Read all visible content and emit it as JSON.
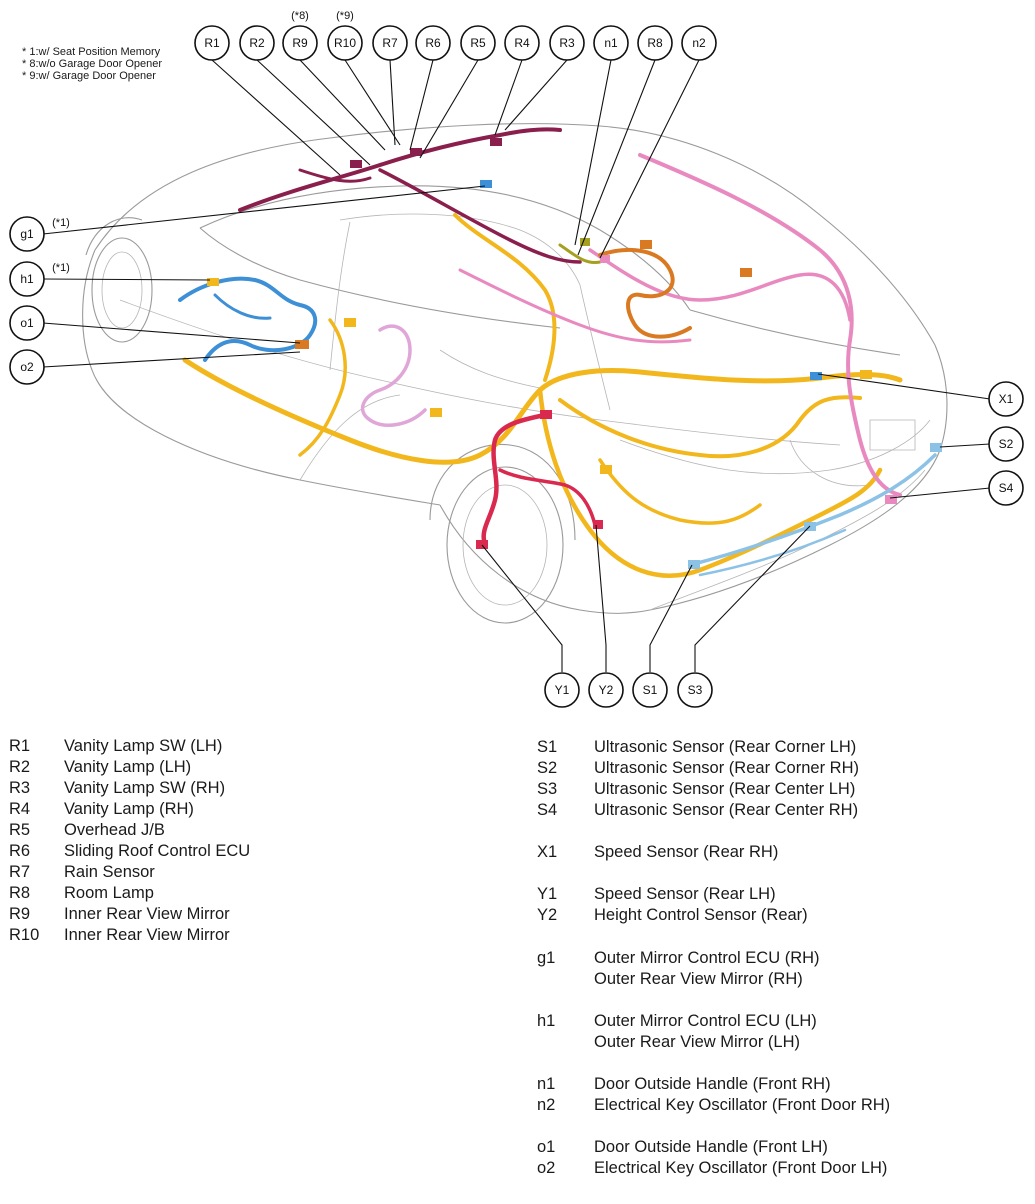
{
  "notes": [
    "* 1:w/ Seat Position Memory",
    "* 8:w/o Garage Door Opener",
    "* 9:w/ Garage Door Opener"
  ],
  "callouts": [
    {
      "id": "R1",
      "label": "R1"
    },
    {
      "id": "R2",
      "label": "R2"
    },
    {
      "id": "R9",
      "label": "R9",
      "qualifier": "(*8)"
    },
    {
      "id": "R10",
      "label": "R10",
      "qualifier": "(*9)"
    },
    {
      "id": "R7",
      "label": "R7"
    },
    {
      "id": "R6",
      "label": "R6"
    },
    {
      "id": "R5",
      "label": "R5"
    },
    {
      "id": "R4",
      "label": "R4"
    },
    {
      "id": "R3",
      "label": "R3"
    },
    {
      "id": "n1",
      "label": "n1"
    },
    {
      "id": "R8",
      "label": "R8"
    },
    {
      "id": "n2",
      "label": "n2"
    },
    {
      "id": "g1",
      "label": "g1",
      "qualifier": "(*1)"
    },
    {
      "id": "h1",
      "label": "h1",
      "qualifier": "(*1)"
    },
    {
      "id": "o1",
      "label": "o1"
    },
    {
      "id": "o2",
      "label": "o2"
    },
    {
      "id": "X1",
      "label": "X1"
    },
    {
      "id": "S2",
      "label": "S2"
    },
    {
      "id": "S4",
      "label": "S4"
    },
    {
      "id": "Y1",
      "label": "Y1"
    },
    {
      "id": "Y2",
      "label": "Y2"
    },
    {
      "id": "S1",
      "label": "S1"
    },
    {
      "id": "S3",
      "label": "S3"
    }
  ],
  "legend_left": [
    {
      "code": "R1",
      "desc": "Vanity Lamp SW (LH)"
    },
    {
      "code": "R2",
      "desc": "Vanity Lamp (LH)"
    },
    {
      "code": "R3",
      "desc": "Vanity Lamp SW (RH)"
    },
    {
      "code": "R4",
      "desc": "Vanity Lamp (RH)"
    },
    {
      "code": "R5",
      "desc": "Overhead J/B"
    },
    {
      "code": "R6",
      "desc": "Sliding Roof Control ECU"
    },
    {
      "code": "R7",
      "desc": "Rain Sensor"
    },
    {
      "code": "R8",
      "desc": "Room Lamp"
    },
    {
      "code": "R9",
      "desc": "Inner Rear View Mirror"
    },
    {
      "code": "R10",
      "desc": "Inner Rear View Mirror"
    }
  ],
  "legend_right": [
    {
      "code": "S1",
      "desc": "Ultrasonic Sensor (Rear Corner LH)"
    },
    {
      "code": "S2",
      "desc": "Ultrasonic Sensor (Rear Corner RH)"
    },
    {
      "code": "S3",
      "desc": "Ultrasonic Sensor (Rear Center LH)"
    },
    {
      "code": "S4",
      "desc": "Ultrasonic Sensor (Rear Center RH)"
    },
    {
      "code": "X1",
      "desc": "Speed Sensor (Rear RH)"
    },
    {
      "code": "Y1",
      "desc": "Speed Sensor (Rear LH)"
    },
    {
      "code": "Y2",
      "desc": "Height Control Sensor (Rear)"
    },
    {
      "code": "g1",
      "desc": "Outer Mirror Control ECU (RH)",
      "desc2": "Outer Rear View Mirror (RH)"
    },
    {
      "code": "h1",
      "desc": "Outer Mirror Control ECU (LH)",
      "desc2": "Outer Rear View Mirror (LH)"
    },
    {
      "code": "n1",
      "desc": "Door Outside Handle (Front RH)"
    },
    {
      "code": "n2",
      "desc": "Electrical Key Oscillator (Front Door RH)"
    },
    {
      "code": "o1",
      "desc": "Door Outside Handle (Front LH)"
    },
    {
      "code": "o2",
      "desc": "Electrical Key Oscillator (Front Door LH)"
    }
  ],
  "harness_colors": {
    "floor": "#f2b71c",
    "roof": "#8a1f4e",
    "luggage": "#e88ac0",
    "door_lh": "#3d8fd6",
    "door_rh": "#e0a6d8",
    "center": "#d97a23",
    "axle": "#d9294f",
    "bumper": "#8cc2e6",
    "mirror": "#a6a020"
  }
}
